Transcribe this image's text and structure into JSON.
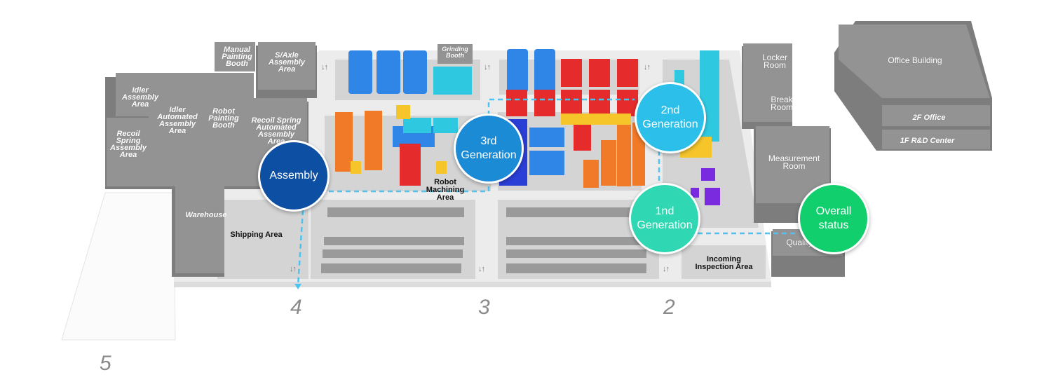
{
  "buildings": {
    "idler_assembly": "Idler Assembly Area",
    "recoil_spring_assembly": "Recoil Spring Assembly Area",
    "idler_automated": "Idler Automated Assembly Area",
    "robot_painting": "Robot Painting Booth",
    "manual_painting": "Manual Painting Booth",
    "s_axle": "S/Axle Assembly Area",
    "recoil_spring_automated": "Recoil Spring Automated Assembly Area",
    "warehouse": "Warehouse",
    "grinding_booth": "Grinding Booth",
    "locker_room": "Locker Room",
    "break_room": "Break Room",
    "measurement_room": "Measurement Room",
    "quality": "Quality",
    "office_building": "Office Building",
    "office_2f": "2F Office",
    "office_1f": "1F R&D Center"
  },
  "areas": {
    "shipping": "Shipping Area",
    "robot_machining": "Robot Machining Area",
    "incoming_inspection": "Incoming Inspection Area"
  },
  "markers": [
    {
      "label": "Assembly",
      "color": "#0d4fa3"
    },
    {
      "label": "3rd Generation",
      "color": "#1b8bd5"
    },
    {
      "label": "2nd Generation",
      "color": "#2cbfe9"
    },
    {
      "label": "1nd Generation",
      "color": "#2fd8b2"
    },
    {
      "label": "Overall status",
      "color": "#12cf6e"
    }
  ],
  "gate_numbers": [
    "5",
    "4",
    "3",
    "2"
  ],
  "door_symbol": "↓↑",
  "colors": {
    "building": "#8f8f8f",
    "floor": "#e9e9e9",
    "zone": "#d6d6d6",
    "path": "#4cc3f0"
  }
}
